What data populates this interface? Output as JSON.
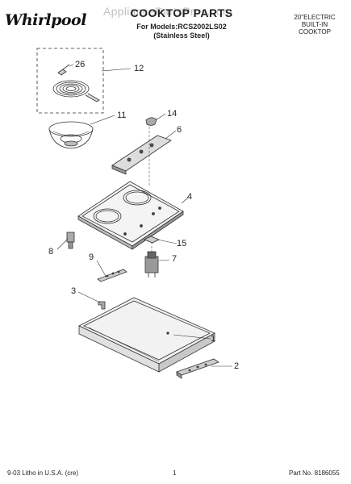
{
  "header": {
    "brand": "Whirlpool",
    "watermark": "AppliancePartsPros.com",
    "title": "COOKTOP PARTS",
    "models_line": "For Models:RCS2002LS02",
    "finish": "(Stainless Steel)",
    "spec_line1": "20\"ELECTRIC",
    "spec_line2": "BUILT-IN",
    "spec_line3": "COOKTOP"
  },
  "callouts": [
    "26",
    "12",
    "11",
    "14",
    "6",
    "4",
    "15",
    "8",
    "9",
    "7",
    "3",
    "1",
    "2"
  ],
  "footer": {
    "litho": "9-03 Litho in U.S.A. (cre)",
    "page": "1",
    "part_no": "Part No. 8186055"
  }
}
